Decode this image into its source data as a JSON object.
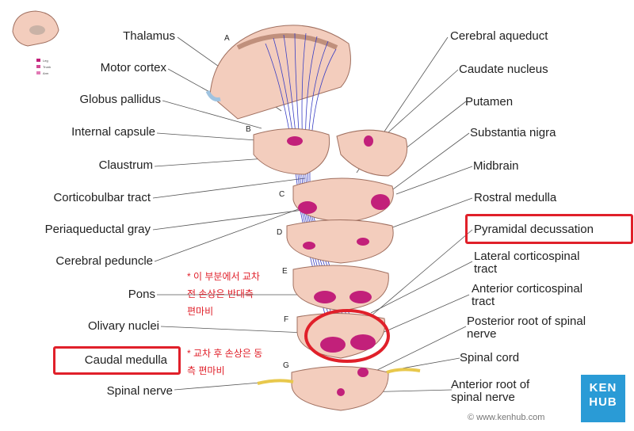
{
  "left_labels": [
    {
      "id": "thalamus",
      "text": "Thalamus"
    },
    {
      "id": "motor-cortex",
      "text": "Motor cortex"
    },
    {
      "id": "globus-pallidus",
      "text": "Globus pallidus"
    },
    {
      "id": "internal-capsule",
      "text": "Internal capsule"
    },
    {
      "id": "claustrum",
      "text": "Claustrum"
    },
    {
      "id": "corticobulbar-tract",
      "text": "Corticobulbar tract"
    },
    {
      "id": "periaqueductal-gray",
      "text": "Periaqueductal gray"
    },
    {
      "id": "cerebral-peduncle",
      "text": "Cerebral peduncle"
    },
    {
      "id": "pons",
      "text": "Pons"
    },
    {
      "id": "olivary-nuclei",
      "text": "Olivary nuclei"
    },
    {
      "id": "caudal-medulla",
      "text": "Caudal medulla"
    },
    {
      "id": "spinal-nerve",
      "text": "Spinal nerve"
    }
  ],
  "right_labels": [
    {
      "id": "cerebral-aqueduct",
      "text": "Cerebral aqueduct"
    },
    {
      "id": "caudate-nucleus",
      "text": "Caudate nucleus"
    },
    {
      "id": "putamen",
      "text": "Putamen"
    },
    {
      "id": "substantia-nigra",
      "text": "Substantia nigra"
    },
    {
      "id": "midbrain",
      "text": "Midbrain"
    },
    {
      "id": "rostral-medulla",
      "text": "Rostral medulla"
    },
    {
      "id": "pyramidal-decussation",
      "text": "Pyramidal decussation"
    },
    {
      "id": "lateral-corticospinal-tract",
      "line1": "Lateral corticospinal",
      "line2": "tract"
    },
    {
      "id": "anterior-corticospinal-tract",
      "line1": "Anterior corticospinal",
      "line2": "tract"
    },
    {
      "id": "posterior-root",
      "line1": "Posterior root of spinal",
      "line2": "nerve"
    },
    {
      "id": "spinal-cord",
      "text": "Spinal cord"
    },
    {
      "id": "anterior-root",
      "line1": "Anterior root of",
      "line2": "spinal nerve"
    }
  ],
  "section_letters": [
    "A",
    "B",
    "C",
    "D",
    "E",
    "F",
    "G"
  ],
  "notes": {
    "upper_line1": "* 이 부분에서 교차",
    "upper_line2": "전 손상은 반대측",
    "upper_line3": "편마비",
    "lower_line1": "* 교차 후 손상은 동",
    "lower_line2": "측 편마비"
  },
  "inset_legend": [
    "Leg",
    "Trunk",
    "Arm"
  ],
  "brand": {
    "line1": "KEN",
    "line2": "HUB",
    "copyright": "© www.kenhub.com"
  },
  "colors": {
    "annotation": "#e0202a",
    "fibers": "#3a3fc4",
    "tract": "#c2207a",
    "tissue": "#f3cdbd",
    "brand": "#2a9bd6"
  }
}
